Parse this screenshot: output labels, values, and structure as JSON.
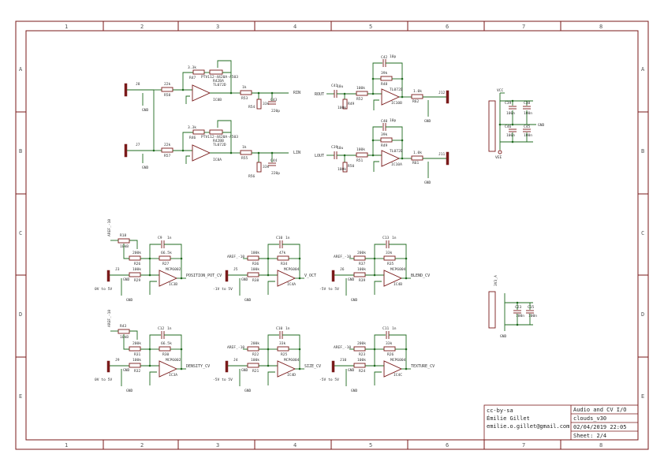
{
  "frame": {
    "columns": [
      "1",
      "2",
      "3",
      "4",
      "5",
      "6",
      "7",
      "8"
    ],
    "rows": [
      "A",
      "B",
      "C",
      "D",
      "E"
    ]
  },
  "title_block": {
    "license": "cc-by-sa",
    "author": "Émilie Gillet",
    "email": "emilie.o.gillet@gmail.com",
    "title": "Audio and CV I/O",
    "project": "clouds_v30",
    "date": "02/04/2019 22:05",
    "sheet": "Sheet: 2/4"
  },
  "colors": {
    "frame": "#7a1a1a",
    "wire": "#1f6b1f",
    "text": "#333333"
  },
  "audio_in": {
    "top": {
      "jack": "J8",
      "gnd": "GND",
      "r_in": "22k",
      "r_in_ref": "R58",
      "r_fb": "3.3k",
      "r_fb_ref": "R47",
      "pot": "PTV112-4420A-A503",
      "pot_ref": "R42BA",
      "opamp": "TL072D",
      "opamp_ref": "IC8B",
      "r_out": "1k",
      "r_out_ref": "R53",
      "r_sh": "33k",
      "r_sh_ref": "R54",
      "cap": "220p",
      "cap_ref": "C43",
      "net": "RIN"
    },
    "bottom": {
      "jack": "J7",
      "gnd": "GND",
      "r_in": "22k",
      "r_in_ref": "R57",
      "r_fb": "3.3k",
      "r_fb_ref": "R46",
      "pot": "PTV112-4420A-A503",
      "pot_ref": "R42BB",
      "opamp": "TL072D",
      "opamp_ref": "IC8A",
      "r_out": "1k",
      "r_out_ref": "R55",
      "r_sh": "33k",
      "r_sh_ref": "R56",
      "cap": "220p",
      "cap_ref": "C44",
      "net": "LIN"
    }
  },
  "audio_out": {
    "top": {
      "net": "ROUT",
      "cap_in": "10u",
      "cap_in_ref": "C41",
      "r_sh": "100k",
      "r_sh_ref": "R49",
      "r_in": "100k",
      "r_in_ref": "R52",
      "cap_fb": "10p",
      "cap_fb_ref": "C42",
      "r_fb": "39k",
      "r_fb_ref": "R48",
      "opamp": "TL072D",
      "opamp_ref": "IC10B",
      "r_out": "1.0k",
      "r_out_ref": "R62",
      "jack": "J12",
      "gnd": "GND"
    },
    "bottom": {
      "net": "LOUT",
      "cap_in": "10u",
      "cap_in_ref": "C39",
      "r_sh": "100k",
      "r_sh_ref": "R50",
      "r_in": "100k",
      "r_in_ref": "R51",
      "cap_fb": "10p",
      "cap_fb_ref": "C40",
      "r_fb": "39k",
      "r_fb_ref": "R49",
      "opamp": "TL072D",
      "opamp_ref": "IC10A",
      "r_out": "1.0k",
      "r_out_ref": "R61",
      "jack": "J11",
      "gnd": "GND"
    }
  },
  "power": {
    "top": {
      "vcc": "VCC",
      "vee": "VEE",
      "gnd": "GND",
      "caps": [
        {
          "ref": "C39",
          "val": "100n"
        },
        {
          "ref": "C38",
          "val": "100n"
        },
        {
          "ref": "C46",
          "val": "100n"
        },
        {
          "ref": "C45",
          "val": "100n"
        }
      ]
    },
    "bottom": {
      "net": "3V3_A",
      "gnd": "GND",
      "caps": [
        {
          "ref": "C23",
          "val": "100n"
        },
        {
          "ref": "C15",
          "val": "100n"
        }
      ]
    }
  },
  "cv_inputs": [
    {
      "pot_net": "AREF_-10",
      "pot_ref": "R18",
      "pot_val": "10kB",
      "aref": "",
      "r_ref": "R26",
      "r_ref_val": "200k",
      "jack": "J3",
      "r_in": "100k",
      "r_in_ref": "R29",
      "cap": "1n",
      "cap_ref": "C9",
      "r_fb": "66.5k",
      "r_fb_ref": "R27",
      "opamp": "MCP6002",
      "opamp_ref": "IC3B",
      "net": "POSITION_POT_CV",
      "range": "0V to 5V",
      "gnd": "GND"
    },
    {
      "pot_net": "",
      "pot_ref": "",
      "pot_val": "",
      "aref": "AREF_-10",
      "r_ref": "R36",
      "r_ref_val": "100k",
      "jack": "J5",
      "r_in": "100k",
      "r_in_ref": "R38",
      "cap": "1n",
      "cap_ref": "C10",
      "r_fb": "47k",
      "r_fb_ref": "R34",
      "opamp": "MCP6004",
      "opamp_ref": "IC4A",
      "net": "V_OCT",
      "range": "-1V to 5V",
      "gnd": "GND"
    },
    {
      "pot_net": "",
      "pot_ref": "",
      "pot_val": "",
      "aref": "AREF_-10",
      "r_ref": "R37",
      "r_ref_val": "200k",
      "jack": "J6",
      "r_in": "100k",
      "r_in_ref": "R39",
      "cap": "1n",
      "cap_ref": "C13",
      "r_fb": "33k",
      "r_fb_ref": "R35",
      "opamp": "MCP6004",
      "opamp_ref": "IC4B",
      "net": "BLEND_CV",
      "range": "-5V to 5V",
      "gnd": "GND"
    },
    {
      "pot_net": "AREF_-10",
      "pot_ref": "R43",
      "pot_val": "10kB",
      "aref": "",
      "r_ref": "R31",
      "r_ref_val": "200k",
      "jack": "J9",
      "r_in": "100k",
      "r_in_ref": "R32",
      "cap": "1n",
      "cap_ref": "C12",
      "r_fb": "66.5k",
      "r_fb_ref": "R30",
      "opamp": "MCP6002",
      "opamp_ref": "IC3A",
      "net": "DENSITY_CV",
      "range": "0V to 5V",
      "gnd": "GND"
    },
    {
      "pot_net": "",
      "pot_ref": "",
      "pot_val": "",
      "aref": "AREF_-10",
      "r_ref": "R22",
      "r_ref_val": "200k",
      "jack": "J4",
      "r_in": "100k",
      "r_in_ref": "R21",
      "cap": "1n",
      "cap_ref": "C10",
      "r_fb": "33k",
      "r_fb_ref": "R25",
      "opamp": "MCP6004",
      "opamp_ref": "IC4D",
      "net": "SIZE_CV",
      "range": "-5V to 5V",
      "gnd": "GND"
    },
    {
      "pot_net": "",
      "pot_ref": "",
      "pot_val": "",
      "aref": "AREF_-10",
      "r_ref": "R23",
      "r_ref_val": "200k",
      "jack": "J10",
      "r_in": "100k",
      "r_in_ref": "R24",
      "cap": "1n",
      "cap_ref": "C11",
      "r_fb": "33k",
      "r_fb_ref": "R26",
      "opamp": "MCP6004",
      "opamp_ref": "IC4C",
      "net": "TEXTURE_CV",
      "range": "-5V to 5V",
      "gnd": "GND"
    }
  ]
}
